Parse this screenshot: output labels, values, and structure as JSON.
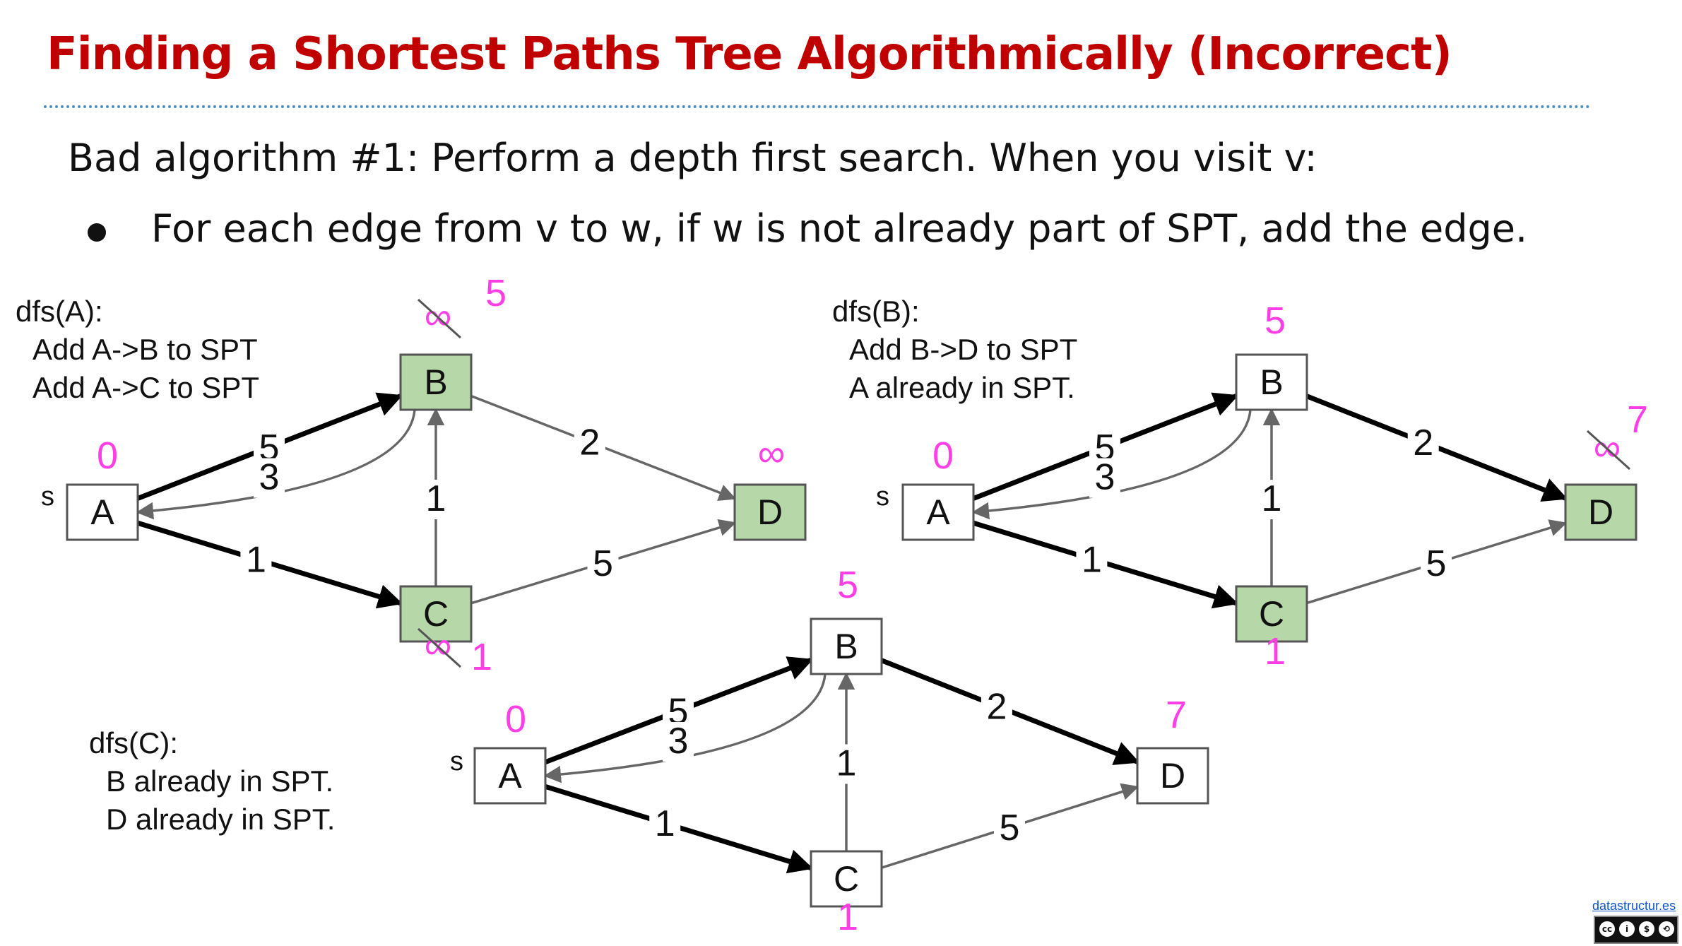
{
  "slide": {
    "title": "Finding a Shortest Paths Tree Algorithmically (Incorrect)",
    "lead": "Bad algorithm #1: Perform a depth first search. When you visit v:",
    "bullet": "For each edge from v to w, if w is not already part of SPT, add the edge.",
    "credit": "datastructur.es"
  },
  "colors": {
    "title": "#c00000",
    "distance": "#ff3ee6",
    "visited_fill": "#b6d7a8",
    "thin_edge": "#666666",
    "tree_edge": "#000000"
  },
  "panels": [
    {
      "notes": [
        "dfs(A):",
        "Add A->B to SPT",
        "Add A->C to SPT"
      ],
      "source_label": "s",
      "nodes": {
        "A": {
          "label": "A",
          "visited": false,
          "dist": "0",
          "old": ""
        },
        "B": {
          "label": "B",
          "visited": true,
          "dist": "5",
          "old": "∞"
        },
        "C": {
          "label": "C",
          "visited": true,
          "dist": "1",
          "old": "∞"
        },
        "D": {
          "label": "D",
          "visited": true,
          "dist": "∞",
          "old": ""
        }
      },
      "edges": [
        {
          "from": "A",
          "to": "B",
          "weight": "5",
          "tree": true
        },
        {
          "from": "A",
          "to": "C",
          "weight": "1",
          "tree": true
        },
        {
          "from": "B",
          "to": "A",
          "weight": "3",
          "tree": false
        },
        {
          "from": "C",
          "to": "B",
          "weight": "1",
          "tree": false
        },
        {
          "from": "B",
          "to": "D",
          "weight": "2",
          "tree": false
        },
        {
          "from": "C",
          "to": "D",
          "weight": "5",
          "tree": false
        }
      ]
    },
    {
      "notes": [
        "dfs(B):",
        "Add B->D to SPT",
        "A already in SPT."
      ],
      "source_label": "s",
      "nodes": {
        "A": {
          "label": "A",
          "visited": false,
          "dist": "0",
          "old": ""
        },
        "B": {
          "label": "B",
          "visited": false,
          "dist": "5",
          "old": ""
        },
        "C": {
          "label": "C",
          "visited": true,
          "dist": "1",
          "old": ""
        },
        "D": {
          "label": "D",
          "visited": true,
          "dist": "7",
          "old": "∞"
        }
      },
      "edges": [
        {
          "from": "A",
          "to": "B",
          "weight": "5",
          "tree": true
        },
        {
          "from": "A",
          "to": "C",
          "weight": "1",
          "tree": true
        },
        {
          "from": "B",
          "to": "A",
          "weight": "3",
          "tree": false
        },
        {
          "from": "C",
          "to": "B",
          "weight": "1",
          "tree": false
        },
        {
          "from": "B",
          "to": "D",
          "weight": "2",
          "tree": true
        },
        {
          "from": "C",
          "to": "D",
          "weight": "5",
          "tree": false
        }
      ]
    },
    {
      "notes": [
        "dfs(C):",
        "B already in SPT.",
        "D already in SPT."
      ],
      "source_label": "s",
      "nodes": {
        "A": {
          "label": "A",
          "visited": false,
          "dist": "0",
          "old": ""
        },
        "B": {
          "label": "B",
          "visited": false,
          "dist": "5",
          "old": ""
        },
        "C": {
          "label": "C",
          "visited": false,
          "dist": "1",
          "old": ""
        },
        "D": {
          "label": "D",
          "visited": false,
          "dist": "7",
          "old": ""
        }
      },
      "edges": [
        {
          "from": "A",
          "to": "B",
          "weight": "5",
          "tree": true
        },
        {
          "from": "A",
          "to": "C",
          "weight": "1",
          "tree": true
        },
        {
          "from": "B",
          "to": "A",
          "weight": "3",
          "tree": false
        },
        {
          "from": "C",
          "to": "B",
          "weight": "1",
          "tree": false
        },
        {
          "from": "B",
          "to": "D",
          "weight": "2",
          "tree": true
        },
        {
          "from": "C",
          "to": "D",
          "weight": "5",
          "tree": false
        }
      ]
    }
  ]
}
